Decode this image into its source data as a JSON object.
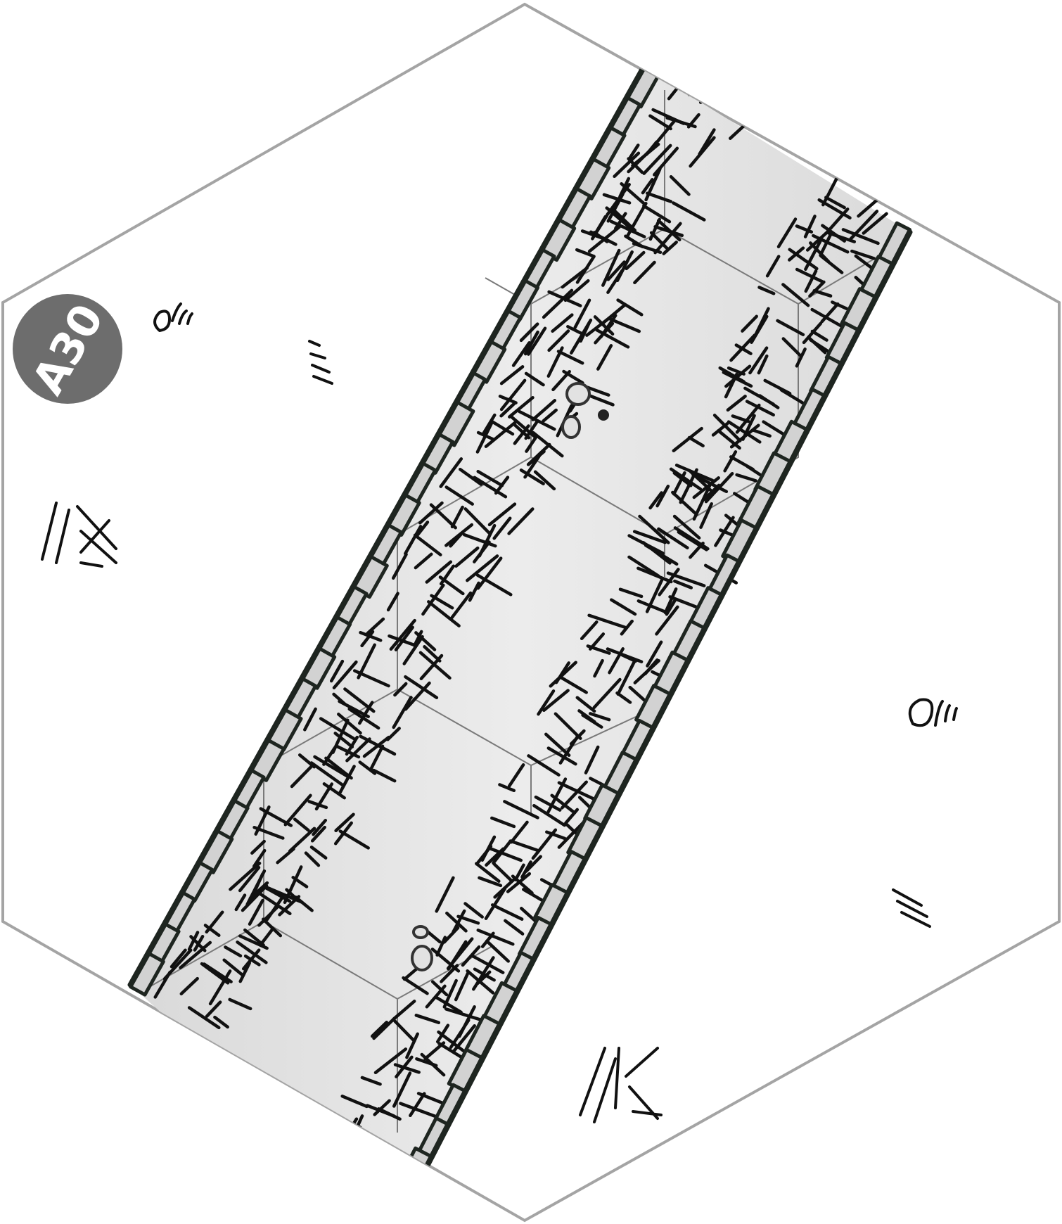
{
  "tile": {
    "id_label": "A30",
    "badge_color": "#6d6d6d",
    "border_color": "#a4a4a4",
    "road_color": "#e4e4e4",
    "curb_color": "#d2d2d2",
    "ink_color": "#1e2520"
  },
  "icons": [
    "hex-tile",
    "cobblestone-curb",
    "grass-tuft",
    "pebble"
  ]
}
